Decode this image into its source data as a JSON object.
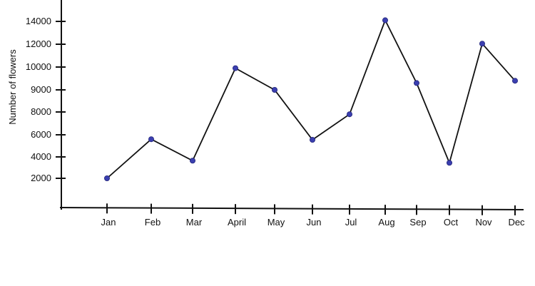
{
  "chart_data": {
    "type": "line",
    "ylabel": "Number of flowers",
    "categories": [
      "Jan",
      "Feb",
      "Mar",
      "April",
      "May",
      "Jun",
      "Jul",
      "Aug",
      "Sep",
      "Oct",
      "Nov",
      "Dec"
    ],
    "y_ticks": [
      "2000",
      "4000",
      "6000",
      "8000",
      "9000",
      "10000",
      "12000",
      "14000"
    ],
    "values": [
      2000,
      5600,
      3650,
      9950,
      9000,
      5550,
      7800,
      14100,
      9300,
      3450,
      12050,
      9400
    ],
    "grid": false,
    "colors": {
      "line": "#111111",
      "marker": "#3b3fb0",
      "axis": "#111111"
    }
  }
}
